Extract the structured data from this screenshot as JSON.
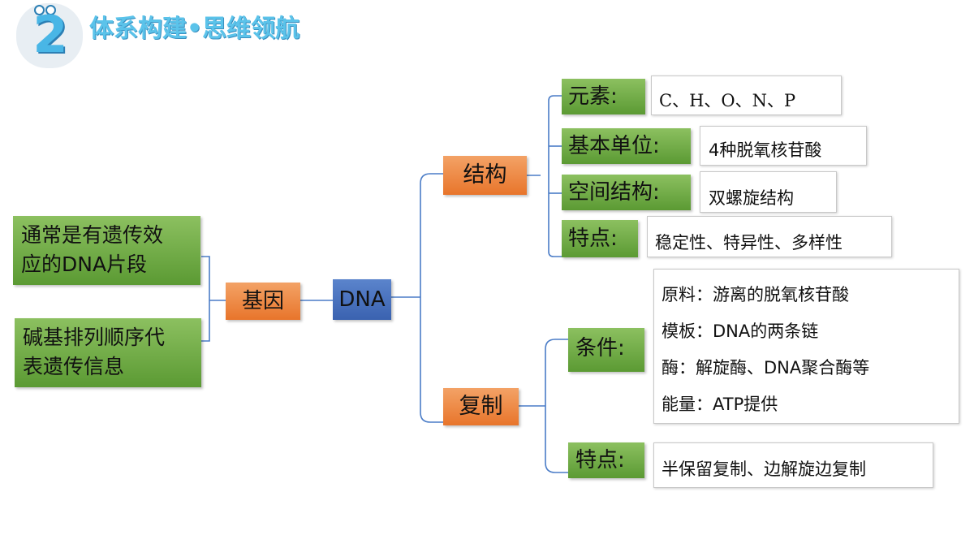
{
  "header": {
    "badge_number": "2",
    "title": "体系构建•思维领航"
  },
  "root": {
    "gene": "基因",
    "dna": "DNA"
  },
  "left_notes": [
    "通常是有遗传效\n应的DNA片段",
    "碱基排列顺序代\n表遗传信息"
  ],
  "structure": {
    "label": "结构",
    "items": [
      {
        "key": "元素:",
        "value": "C、H、O、N、P"
      },
      {
        "key": "基本单位:",
        "value": "4种脱氧核苷酸"
      },
      {
        "key": "空间结构:",
        "value": "双螺旋结构"
      },
      {
        "key": "特点:",
        "value": "稳定性、特异性、多样性"
      }
    ]
  },
  "replication": {
    "label": "复制",
    "conditions_key": "条件:",
    "conditions": [
      "原料：游离的脱氧核苷酸",
      "模板：DNA的两条链",
      "酶：解旋酶、DNA聚合酶等",
      "能量：ATP提供"
    ],
    "feature_key": "特点:",
    "feature_value": "半保留复制、边解旋边复制"
  },
  "colors": {
    "green": "#6aa83f",
    "orange": "#ee8840",
    "blue": "#4a73c0",
    "line": "#3f6fbf",
    "title": "#5bc3ea"
  }
}
